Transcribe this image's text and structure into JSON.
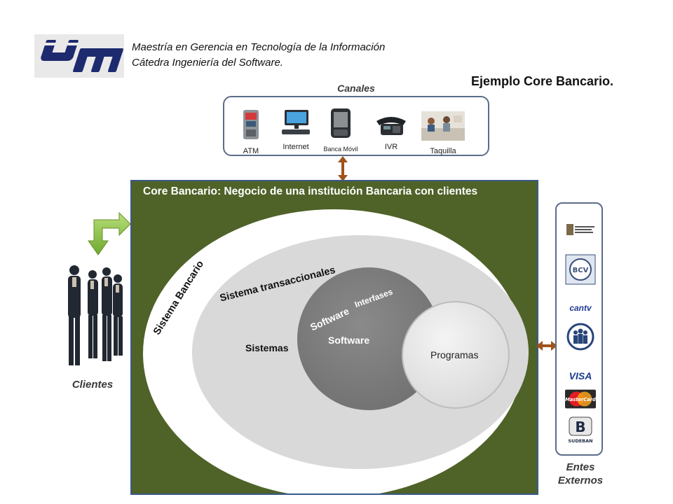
{
  "header": {
    "line1": "Maestría en Gerencia en Tecnología de la Información",
    "line2": "Cátedra Ingeniería del Software.",
    "logo_text": "USM"
  },
  "title": "Ejemplo  Core Bancario.",
  "canales": {
    "heading": "Canales",
    "items": [
      {
        "label": "ATM",
        "icon": "atm-icon"
      },
      {
        "label": "Internet",
        "icon": "computer-icon"
      },
      {
        "label": "Banca Móvil",
        "icon": "mobile-phone-icon"
      },
      {
        "label": "IVR",
        "icon": "desk-phone-icon"
      },
      {
        "label": "Taquilla",
        "icon": "bank-teller-photo"
      }
    ]
  },
  "core": {
    "heading": "Core Bancario: Negocio de una institución Bancaria con clientes",
    "sistema_bancario": "Sistema Bancario",
    "sistema_transaccionales": "Sistema transaccionales",
    "sistemas": "Sistemas",
    "software_arc": "Software",
    "interfases": "Interfases",
    "software": "Software",
    "programas": "Programas"
  },
  "clientes": {
    "label": "Clientes"
  },
  "entes": {
    "label_line1": "Entes",
    "label_line2": "Externos",
    "items": [
      {
        "name": "bolsa-de-valores-logo"
      },
      {
        "name": "bcv-seal"
      },
      {
        "name": "cantv-logo",
        "text": "cantv"
      },
      {
        "name": "people-group-logo"
      },
      {
        "name": "visa-logo",
        "text": "VISA"
      },
      {
        "name": "mastercard-logo",
        "text": "MasterCard"
      },
      {
        "name": "sudeban-logo",
        "text": "SUDEBAN"
      }
    ]
  },
  "colors": {
    "core_green": "#4f6228",
    "arrow_brown": "#a0521b",
    "arrow_green": "#8cc63f",
    "frame_blue": "#5b6c8a"
  }
}
